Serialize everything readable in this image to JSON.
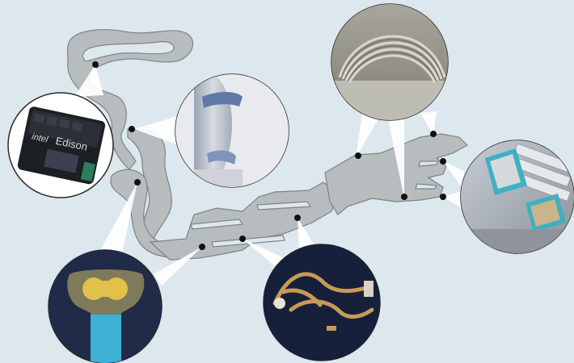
{
  "figure": {
    "description_free": true,
    "background_color": "#dde8ee",
    "body_fill": "#b7bcbf",
    "body_stroke": "#7d8387",
    "callout_fill": "#ffffff",
    "dot_color": "#111111"
  },
  "chip": {
    "brand": "intel",
    "product": "Edison"
  },
  "insets": [
    {
      "name": "chip-inset",
      "icon": "compute-module-icon"
    },
    {
      "name": "fabric-inset",
      "icon": "textile-sleeve-icon"
    },
    {
      "name": "coil-inset",
      "icon": "coiled-cable-icon"
    },
    {
      "name": "sensor-inset",
      "icon": "ceramic-sensor-icon"
    },
    {
      "name": "electrode-inset",
      "icon": "electrode-pad-icon"
    },
    {
      "name": "wiring-inset",
      "icon": "flex-wiring-icon"
    }
  ]
}
